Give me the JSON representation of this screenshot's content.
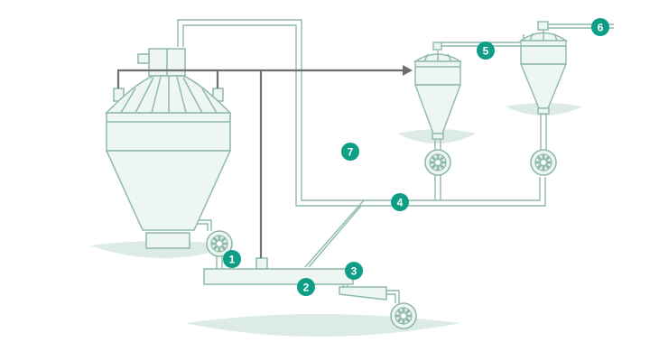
{
  "colors": {
    "background": "#ffffff",
    "equipment_fill": "#edf6f2",
    "equipment_stroke": "#8fb9a8",
    "shadow": "#dcebe4",
    "main_line": "#6e6e6e",
    "badge": "#0e9e86",
    "badge_text": "#ffffff"
  },
  "icons": [
    "rotary-valve-icon",
    "arrow-head-icon"
  ],
  "badges": [
    {
      "id": "badge-1",
      "label": "1"
    },
    {
      "id": "badge-2",
      "label": "2"
    },
    {
      "id": "badge-3",
      "label": "3"
    },
    {
      "id": "badge-4",
      "label": "4"
    },
    {
      "id": "badge-5",
      "label": "5"
    },
    {
      "id": "badge-6",
      "label": "6"
    },
    {
      "id": "badge-7",
      "label": "7"
    }
  ]
}
